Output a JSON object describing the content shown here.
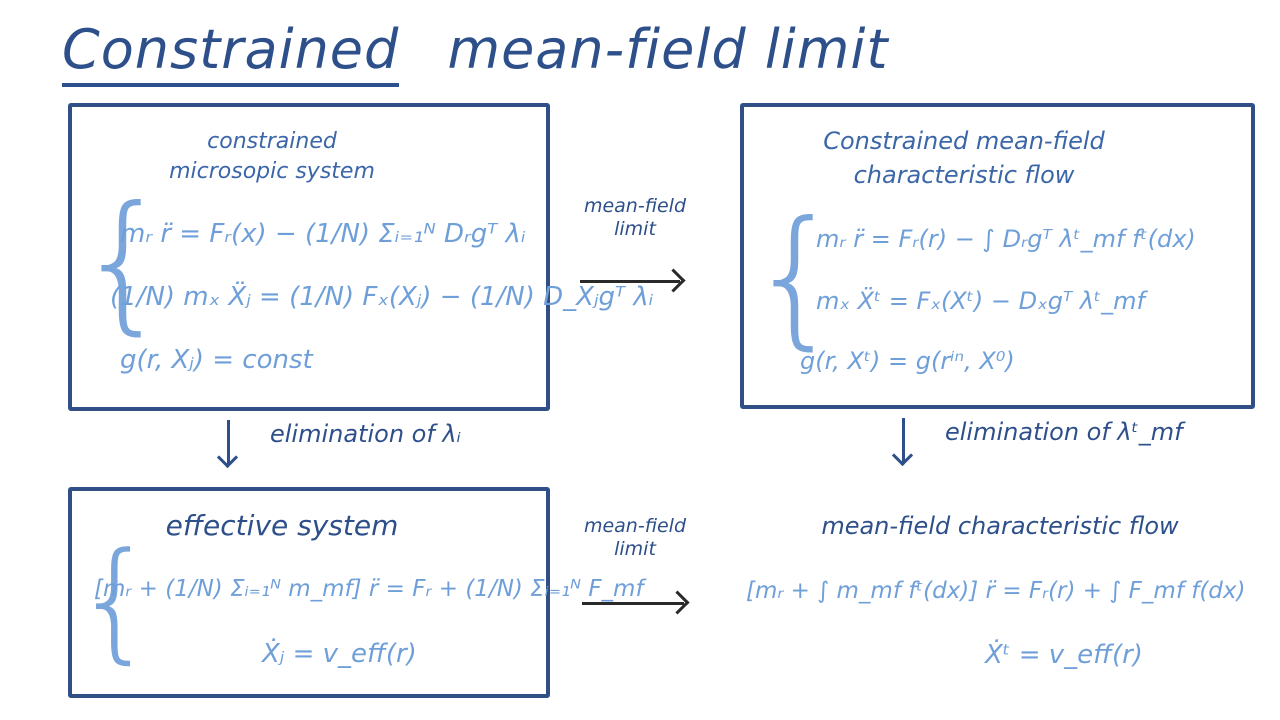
{
  "title": {
    "underlined": "Constrained",
    "rest": "mean-field limit"
  },
  "box_top_left": {
    "label_line1": "constrained",
    "label_line2": "microsopic system",
    "equations": [
      "mᵣ r̈ = Fᵣ(x) − (1/N) Σᵢ₌₁ᴺ Dᵣgᵀ λᵢ",
      "(1/N) mₓ Ẍⱼ = (1/N) Fₓ(Xⱼ) − (1/N) D_Xⱼgᵀ λᵢ",
      "g(r, Xⱼ) = const"
    ]
  },
  "box_top_right": {
    "label_line1": "Constrained mean-field",
    "label_line2": "characteristic flow",
    "equations": [
      "mᵣ r̈ = Fᵣ(r) − ∫ Dᵣgᵀ λᵗ_mf fᵗ(dx)",
      "mₓ Ẍᵗ = Fₓ(Xᵗ) − Dₓgᵀ λᵗ_mf",
      "g(r, Xᵗ) = g(rⁱⁿ, X⁰)"
    ]
  },
  "box_bottom_left": {
    "label": "effective system",
    "equations": [
      "[mᵣ + (1/N) Σᵢ₌₁ᴺ m_mf] r̈ = Fᵣ + (1/N) Σᵢ₌₁ᴺ F_mf",
      "Ẋⱼ = v_eff(r)"
    ]
  },
  "bottom_right": {
    "label": "mean-field characteristic flow",
    "equations": [
      "[mᵣ + ∫ m_mf fᵗ(dx)] r̈ = Fᵣ(r) + ∫ F_mf f(dx)",
      "Ẋᵗ = v_eff(r)"
    ]
  },
  "arrows": {
    "top_label_line1": "mean-field",
    "top_label_line2": "limit",
    "bottom_label_line1": "mean-field",
    "bottom_label_line2": "limit",
    "left_down_label": "elimination of λᵢ",
    "right_down_label": "elimination of λᵗ_mf"
  },
  "colors": {
    "dark": "#2d4f8a",
    "light": "#6f9fd8"
  }
}
